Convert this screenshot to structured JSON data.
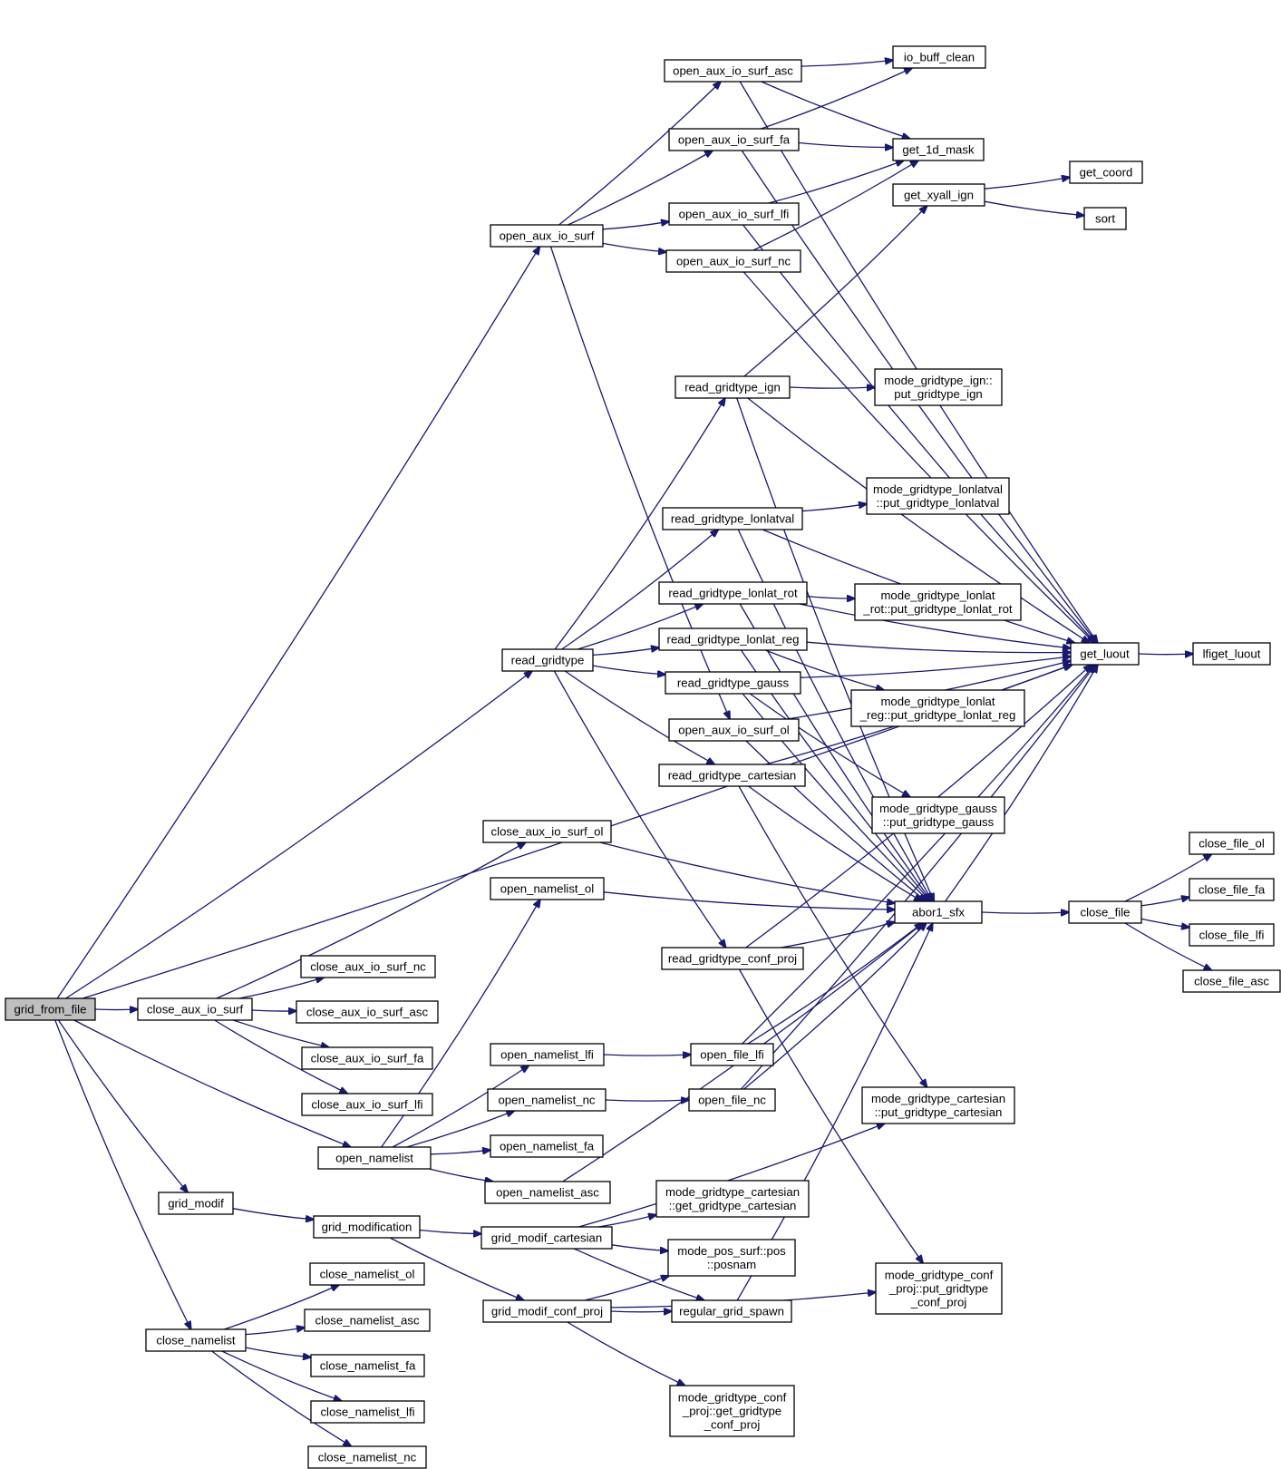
{
  "diagram": {
    "title": "grid_from_file call graph",
    "colors": {
      "edge": "#191970",
      "root_fill": "#bfbfbf",
      "node_fill": "#ffffff",
      "border": "#000000"
    },
    "nodes": [
      {
        "id": "grid_from_file",
        "lines": [
          "grid_from_file"
        ]
      },
      {
        "id": "close_aux_io_surf",
        "lines": [
          "close_aux_io_surf"
        ]
      },
      {
        "id": "open_aux_io_surf",
        "lines": [
          "open_aux_io_surf"
        ]
      },
      {
        "id": "read_gridtype",
        "lines": [
          "read_gridtype"
        ]
      },
      {
        "id": "close_aux_io_surf_ol",
        "lines": [
          "close_aux_io_surf_ol"
        ]
      },
      {
        "id": "open_namelist",
        "lines": [
          "open_namelist"
        ]
      },
      {
        "id": "grid_modif",
        "lines": [
          "grid_modif"
        ]
      },
      {
        "id": "close_namelist",
        "lines": [
          "close_namelist"
        ]
      },
      {
        "id": "close_aux_io_surf_nc",
        "lines": [
          "close_aux_io_surf_nc"
        ]
      },
      {
        "id": "close_aux_io_surf_asc",
        "lines": [
          "close_aux_io_surf_asc"
        ]
      },
      {
        "id": "close_aux_io_surf_fa",
        "lines": [
          "close_aux_io_surf_fa"
        ]
      },
      {
        "id": "close_aux_io_surf_lfi",
        "lines": [
          "close_aux_io_surf_lfi"
        ]
      },
      {
        "id": "open_namelist_ol",
        "lines": [
          "open_namelist_ol"
        ]
      },
      {
        "id": "open_namelist_lfi",
        "lines": [
          "open_namelist_lfi"
        ]
      },
      {
        "id": "open_namelist_nc",
        "lines": [
          "open_namelist_nc"
        ]
      },
      {
        "id": "open_namelist_fa",
        "lines": [
          "open_namelist_fa"
        ]
      },
      {
        "id": "open_namelist_asc",
        "lines": [
          "open_namelist_asc"
        ]
      },
      {
        "id": "grid_modification",
        "lines": [
          "grid_modification"
        ]
      },
      {
        "id": "grid_modif_cartesian",
        "lines": [
          "grid_modif_cartesian"
        ]
      },
      {
        "id": "grid_modif_conf_proj",
        "lines": [
          "grid_modif_conf_proj"
        ]
      },
      {
        "id": "close_namelist_ol",
        "lines": [
          "close_namelist_ol"
        ]
      },
      {
        "id": "close_namelist_asc",
        "lines": [
          "close_namelist_asc"
        ]
      },
      {
        "id": "close_namelist_fa",
        "lines": [
          "close_namelist_fa"
        ]
      },
      {
        "id": "close_namelist_lfi",
        "lines": [
          "close_namelist_lfi"
        ]
      },
      {
        "id": "close_namelist_nc",
        "lines": [
          "close_namelist_nc"
        ]
      },
      {
        "id": "open_aux_io_surf_asc",
        "lines": [
          "open_aux_io_surf_asc"
        ]
      },
      {
        "id": "open_aux_io_surf_fa",
        "lines": [
          "open_aux_io_surf_fa"
        ]
      },
      {
        "id": "open_aux_io_surf_lfi",
        "lines": [
          "open_aux_io_surf_lfi"
        ]
      },
      {
        "id": "open_aux_io_surf_nc",
        "lines": [
          "open_aux_io_surf_nc"
        ]
      },
      {
        "id": "read_gridtype_ign",
        "lines": [
          "read_gridtype_ign"
        ]
      },
      {
        "id": "read_gridtype_lonlatval",
        "lines": [
          "read_gridtype_lonlatval"
        ]
      },
      {
        "id": "read_gridtype_lonlat_rot",
        "lines": [
          "read_gridtype_lonlat_rot"
        ]
      },
      {
        "id": "read_gridtype_lonlat_reg",
        "lines": [
          "read_gridtype_lonlat_reg"
        ]
      },
      {
        "id": "read_gridtype_gauss",
        "lines": [
          "read_gridtype_gauss"
        ]
      },
      {
        "id": "open_aux_io_surf_ol",
        "lines": [
          "open_aux_io_surf_ol"
        ]
      },
      {
        "id": "read_gridtype_cartesian",
        "lines": [
          "read_gridtype_cartesian"
        ]
      },
      {
        "id": "read_gridtype_conf_proj",
        "lines": [
          "read_gridtype_conf_proj"
        ]
      },
      {
        "id": "open_file_lfi",
        "lines": [
          "open_file_lfi"
        ]
      },
      {
        "id": "open_file_nc",
        "lines": [
          "open_file_nc"
        ]
      },
      {
        "id": "mode_gridtype_cartesian_get",
        "lines": [
          "mode_gridtype_cartesian",
          "::get_gridtype_cartesian"
        ]
      },
      {
        "id": "mode_pos_surf",
        "lines": [
          "mode_pos_surf::pos",
          "::posnam"
        ]
      },
      {
        "id": "regular_grid_spawn",
        "lines": [
          "regular_grid_spawn"
        ]
      },
      {
        "id": "mode_gridtype_conf_proj_get",
        "lines": [
          "mode_gridtype_conf",
          "_proj::get_gridtype",
          "_conf_proj"
        ]
      },
      {
        "id": "io_buff_clean",
        "lines": [
          "io_buff_clean"
        ]
      },
      {
        "id": "get_1d_mask",
        "lines": [
          "get_1d_mask"
        ]
      },
      {
        "id": "get_xyall_ign",
        "lines": [
          "get_xyall_ign"
        ]
      },
      {
        "id": "mode_gridtype_ign_put",
        "lines": [
          "mode_gridtype_ign::",
          "put_gridtype_ign"
        ]
      },
      {
        "id": "mode_gridtype_lonlatval_put",
        "lines": [
          "mode_gridtype_lonlatval",
          "::put_gridtype_lonlatval"
        ]
      },
      {
        "id": "mode_gridtype_lonlat_rot_put",
        "lines": [
          "mode_gridtype_lonlat",
          "_rot::put_gridtype_lonlat_rot"
        ]
      },
      {
        "id": "mode_gridtype_lonlat_reg_put",
        "lines": [
          "mode_gridtype_lonlat",
          "_reg::put_gridtype_lonlat_reg"
        ]
      },
      {
        "id": "mode_gridtype_gauss_put",
        "lines": [
          "mode_gridtype_gauss",
          "::put_gridtype_gauss"
        ]
      },
      {
        "id": "abor1_sfx",
        "lines": [
          "abor1_sfx"
        ]
      },
      {
        "id": "mode_gridtype_cartesian_put",
        "lines": [
          "mode_gridtype_cartesian",
          "::put_gridtype_cartesian"
        ]
      },
      {
        "id": "mode_gridtype_conf_proj_put",
        "lines": [
          "mode_gridtype_conf",
          "_proj::put_gridtype",
          "_conf_proj"
        ]
      },
      {
        "id": "get_coord",
        "lines": [
          "get_coord"
        ]
      },
      {
        "id": "sort",
        "lines": [
          "sort"
        ]
      },
      {
        "id": "get_luout",
        "lines": [
          "get_luout"
        ]
      },
      {
        "id": "close_file",
        "lines": [
          "close_file"
        ]
      },
      {
        "id": "lfiget_luout",
        "lines": [
          "lfiget_luout"
        ]
      },
      {
        "id": "close_file_ol",
        "lines": [
          "close_file_ol"
        ]
      },
      {
        "id": "close_file_fa",
        "lines": [
          "close_file_fa"
        ]
      },
      {
        "id": "close_file_lfi",
        "lines": [
          "close_file_lfi"
        ]
      },
      {
        "id": "close_file_asc",
        "lines": [
          "close_file_asc"
        ]
      }
    ],
    "edges": [
      [
        "grid_from_file",
        "close_aux_io_surf"
      ],
      [
        "grid_from_file",
        "open_aux_io_surf"
      ],
      [
        "grid_from_file",
        "read_gridtype"
      ],
      [
        "grid_from_file",
        "open_namelist"
      ],
      [
        "grid_from_file",
        "grid_modif"
      ],
      [
        "grid_from_file",
        "close_namelist"
      ],
      [
        "grid_from_file",
        "get_luout"
      ],
      [
        "close_aux_io_surf",
        "close_aux_io_surf_ol"
      ],
      [
        "close_aux_io_surf",
        "close_aux_io_surf_nc"
      ],
      [
        "close_aux_io_surf",
        "close_aux_io_surf_asc"
      ],
      [
        "close_aux_io_surf",
        "close_aux_io_surf_fa"
      ],
      [
        "close_aux_io_surf",
        "close_aux_io_surf_lfi"
      ],
      [
        "open_aux_io_surf",
        "open_aux_io_surf_asc"
      ],
      [
        "open_aux_io_surf",
        "open_aux_io_surf_fa"
      ],
      [
        "open_aux_io_surf",
        "open_aux_io_surf_lfi"
      ],
      [
        "open_aux_io_surf",
        "open_aux_io_surf_nc"
      ],
      [
        "open_aux_io_surf",
        "open_aux_io_surf_ol"
      ],
      [
        "open_aux_io_surf_asc",
        "io_buff_clean"
      ],
      [
        "open_aux_io_surf_asc",
        "get_1d_mask"
      ],
      [
        "open_aux_io_surf_asc",
        "get_luout"
      ],
      [
        "open_aux_io_surf_fa",
        "io_buff_clean"
      ],
      [
        "open_aux_io_surf_fa",
        "get_1d_mask"
      ],
      [
        "open_aux_io_surf_fa",
        "get_luout"
      ],
      [
        "open_aux_io_surf_lfi",
        "get_1d_mask"
      ],
      [
        "open_aux_io_surf_lfi",
        "get_luout"
      ],
      [
        "open_aux_io_surf_nc",
        "get_1d_mask"
      ],
      [
        "open_aux_io_surf_nc",
        "get_luout"
      ],
      [
        "open_aux_io_surf_ol",
        "abor1_sfx"
      ],
      [
        "open_aux_io_surf_ol",
        "get_luout"
      ],
      [
        "read_gridtype",
        "read_gridtype_ign"
      ],
      [
        "read_gridtype",
        "read_gridtype_lonlatval"
      ],
      [
        "read_gridtype",
        "read_gridtype_lonlat_rot"
      ],
      [
        "read_gridtype",
        "read_gridtype_lonlat_reg"
      ],
      [
        "read_gridtype",
        "read_gridtype_gauss"
      ],
      [
        "read_gridtype",
        "read_gridtype_cartesian"
      ],
      [
        "read_gridtype",
        "read_gridtype_conf_proj"
      ],
      [
        "read_gridtype_ign",
        "mode_gridtype_ign_put"
      ],
      [
        "read_gridtype_ign",
        "get_xyall_ign"
      ],
      [
        "read_gridtype_ign",
        "get_luout"
      ],
      [
        "read_gridtype_ign",
        "abor1_sfx"
      ],
      [
        "read_gridtype_lonlatval",
        "mode_gridtype_lonlatval_put"
      ],
      [
        "read_gridtype_lonlatval",
        "get_luout"
      ],
      [
        "read_gridtype_lonlatval",
        "abor1_sfx"
      ],
      [
        "read_gridtype_lonlat_rot",
        "mode_gridtype_lonlat_rot_put"
      ],
      [
        "read_gridtype_lonlat_rot",
        "get_luout"
      ],
      [
        "read_gridtype_lonlat_rot",
        "abor1_sfx"
      ],
      [
        "read_gridtype_lonlat_reg",
        "mode_gridtype_lonlat_reg_put"
      ],
      [
        "read_gridtype_lonlat_reg",
        "get_luout"
      ],
      [
        "read_gridtype_lonlat_reg",
        "abor1_sfx"
      ],
      [
        "read_gridtype_gauss",
        "mode_gridtype_gauss_put"
      ],
      [
        "read_gridtype_gauss",
        "get_luout"
      ],
      [
        "read_gridtype_gauss",
        "abor1_sfx"
      ],
      [
        "read_gridtype_cartesian",
        "mode_gridtype_cartesian_put"
      ],
      [
        "read_gridtype_cartesian",
        "get_luout"
      ],
      [
        "read_gridtype_cartesian",
        "abor1_sfx"
      ],
      [
        "read_gridtype_conf_proj",
        "mode_gridtype_conf_proj_put"
      ],
      [
        "read_gridtype_conf_proj",
        "get_luout"
      ],
      [
        "read_gridtype_conf_proj",
        "abor1_sfx"
      ],
      [
        "get_xyall_ign",
        "get_coord"
      ],
      [
        "get_xyall_ign",
        "sort"
      ],
      [
        "close_aux_io_surf_ol",
        "abor1_sfx"
      ],
      [
        "open_namelist",
        "open_namelist_ol"
      ],
      [
        "open_namelist",
        "open_namelist_lfi"
      ],
      [
        "open_namelist",
        "open_namelist_nc"
      ],
      [
        "open_namelist",
        "open_namelist_fa"
      ],
      [
        "open_namelist",
        "open_namelist_asc"
      ],
      [
        "open_namelist_ol",
        "abor1_sfx"
      ],
      [
        "open_namelist_lfi",
        "open_file_lfi"
      ],
      [
        "open_namelist_nc",
        "open_file_nc"
      ],
      [
        "open_namelist_asc",
        "abor1_sfx"
      ],
      [
        "open_file_lfi",
        "abor1_sfx"
      ],
      [
        "open_file_lfi",
        "get_luout"
      ],
      [
        "open_file_nc",
        "abor1_sfx"
      ],
      [
        "open_file_nc",
        "get_luout"
      ],
      [
        "grid_modif",
        "grid_modification"
      ],
      [
        "grid_modification",
        "grid_modif_cartesian"
      ],
      [
        "grid_modification",
        "grid_modif_conf_proj"
      ],
      [
        "grid_modif_cartesian",
        "mode_gridtype_cartesian_get"
      ],
      [
        "grid_modif_cartesian",
        "mode_pos_surf"
      ],
      [
        "grid_modif_cartesian",
        "regular_grid_spawn"
      ],
      [
        "grid_modif_cartesian",
        "mode_gridtype_cartesian_put"
      ],
      [
        "grid_modif_conf_proj",
        "mode_pos_surf"
      ],
      [
        "grid_modif_conf_proj",
        "regular_grid_spawn"
      ],
      [
        "grid_modif_conf_proj",
        "mode_gridtype_conf_proj_put"
      ],
      [
        "grid_modif_conf_proj",
        "mode_gridtype_conf_proj_get"
      ],
      [
        "regular_grid_spawn",
        "abor1_sfx"
      ],
      [
        "close_namelist",
        "close_namelist_ol"
      ],
      [
        "close_namelist",
        "close_namelist_asc"
      ],
      [
        "close_namelist",
        "close_namelist_fa"
      ],
      [
        "close_namelist",
        "close_namelist_lfi"
      ],
      [
        "close_namelist",
        "close_namelist_nc"
      ],
      [
        "abor1_sfx",
        "get_luout"
      ],
      [
        "abor1_sfx",
        "close_file"
      ],
      [
        "get_luout",
        "lfiget_luout"
      ],
      [
        "close_file",
        "close_file_ol"
      ],
      [
        "close_file",
        "close_file_fa"
      ],
      [
        "close_file",
        "close_file_lfi"
      ],
      [
        "close_file",
        "close_file_asc"
      ]
    ]
  }
}
